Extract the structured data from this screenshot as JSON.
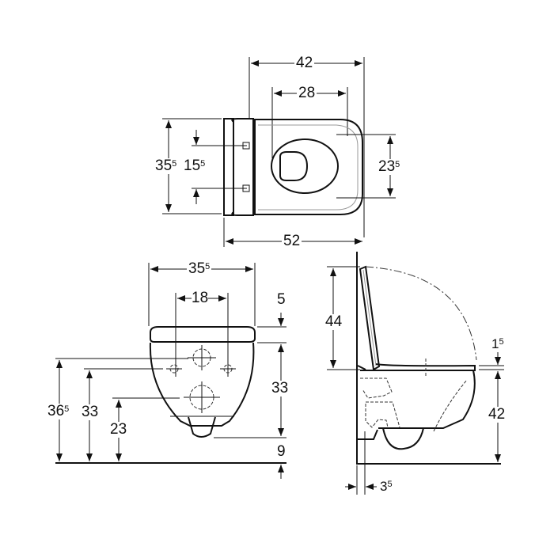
{
  "top_view": {
    "width_overall": {
      "main": "42",
      "sup": ""
    },
    "width_inner": {
      "main": "28",
      "sup": ""
    },
    "length_overall": {
      "main": "52",
      "sup": ""
    },
    "depth_back": {
      "main": "35",
      "sup": "5"
    },
    "fixing_spacing": {
      "main": "15",
      "sup": "5"
    },
    "bowl_opening": {
      "main": "23",
      "sup": "5"
    }
  },
  "front_view": {
    "width": {
      "main": "35",
      "sup": "5"
    },
    "fixing_distance": {
      "main": "18",
      "sup": ""
    },
    "seat_height": {
      "main": "5",
      "sup": ""
    },
    "bowl_height": {
      "main": "33",
      "sup": ""
    },
    "floor_gap": {
      "main": "9",
      "sup": ""
    },
    "inlet_height": {
      "main": "36",
      "sup": "5"
    },
    "fixing_height": {
      "main": "33",
      "sup": ""
    },
    "outlet_height": {
      "main": "23",
      "sup": ""
    }
  },
  "side_view": {
    "lid_height": {
      "main": "44",
      "sup": ""
    },
    "seat_thickness": {
      "main": "1",
      "sup": "5"
    },
    "rim_height": {
      "main": "42",
      "sup": ""
    },
    "wall_offset": {
      "main": "3",
      "sup": "5"
    }
  }
}
